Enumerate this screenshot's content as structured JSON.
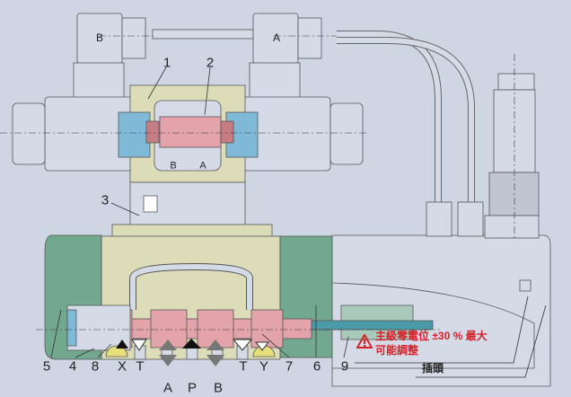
{
  "solenoid_labels": {
    "b": "B",
    "a": "A"
  },
  "pilot_port_labels": {
    "b": "B",
    "a": "A"
  },
  "callouts": [
    "1",
    "2",
    "3",
    "4",
    "5",
    "6",
    "7",
    "8",
    "9"
  ],
  "port_labels": {
    "x": "X",
    "t1": "T",
    "a": "A",
    "p": "P",
    "b": "B",
    "t2": "T",
    "y": "Y"
  },
  "warning": {
    "line1": "主級零電位 ±30 % 最大",
    "line2": "可能調整"
  },
  "plug_label": "插頭",
  "colors": {
    "background": "#ced6e4",
    "body": "#dcdcb9",
    "green": "#72a98e",
    "spool": "#e2a3ab",
    "blue": "#7fb9d8",
    "warning": "#d8202a"
  }
}
